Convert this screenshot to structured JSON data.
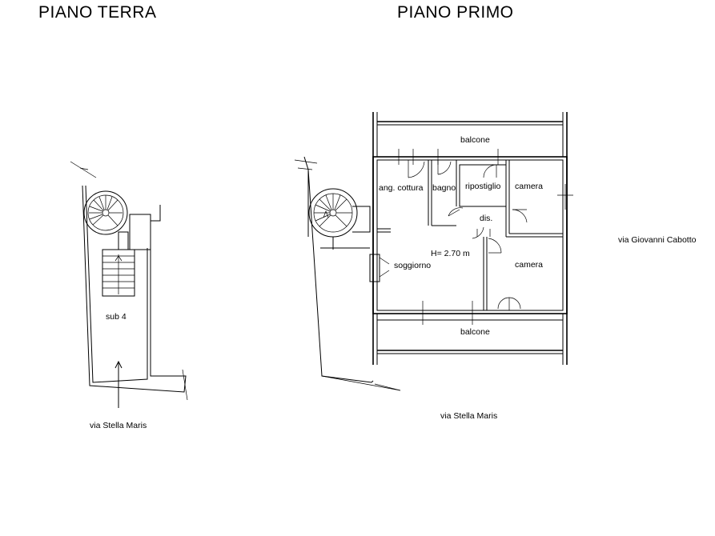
{
  "titles": {
    "ground_floor": "PIANO TERRA",
    "first_floor": "PIANO PRIMO"
  },
  "ground_floor": {
    "unit_label": "sub 4",
    "street_label": "via Stella Maris"
  },
  "first_floor": {
    "rooms": {
      "balcone_top": "balcone",
      "kitchen": "ang. cottura",
      "bathroom": "bagno",
      "storage": "ripostiglio",
      "bedroom_1": "camera",
      "hallway": "dis.",
      "height": "H= 2.70 m",
      "living": "soggiorno",
      "bedroom_2": "camera",
      "balcone_bottom": "balcone"
    },
    "street_label": "via Stella Maris",
    "side_street_label": "via Giovanni Cabotto"
  }
}
